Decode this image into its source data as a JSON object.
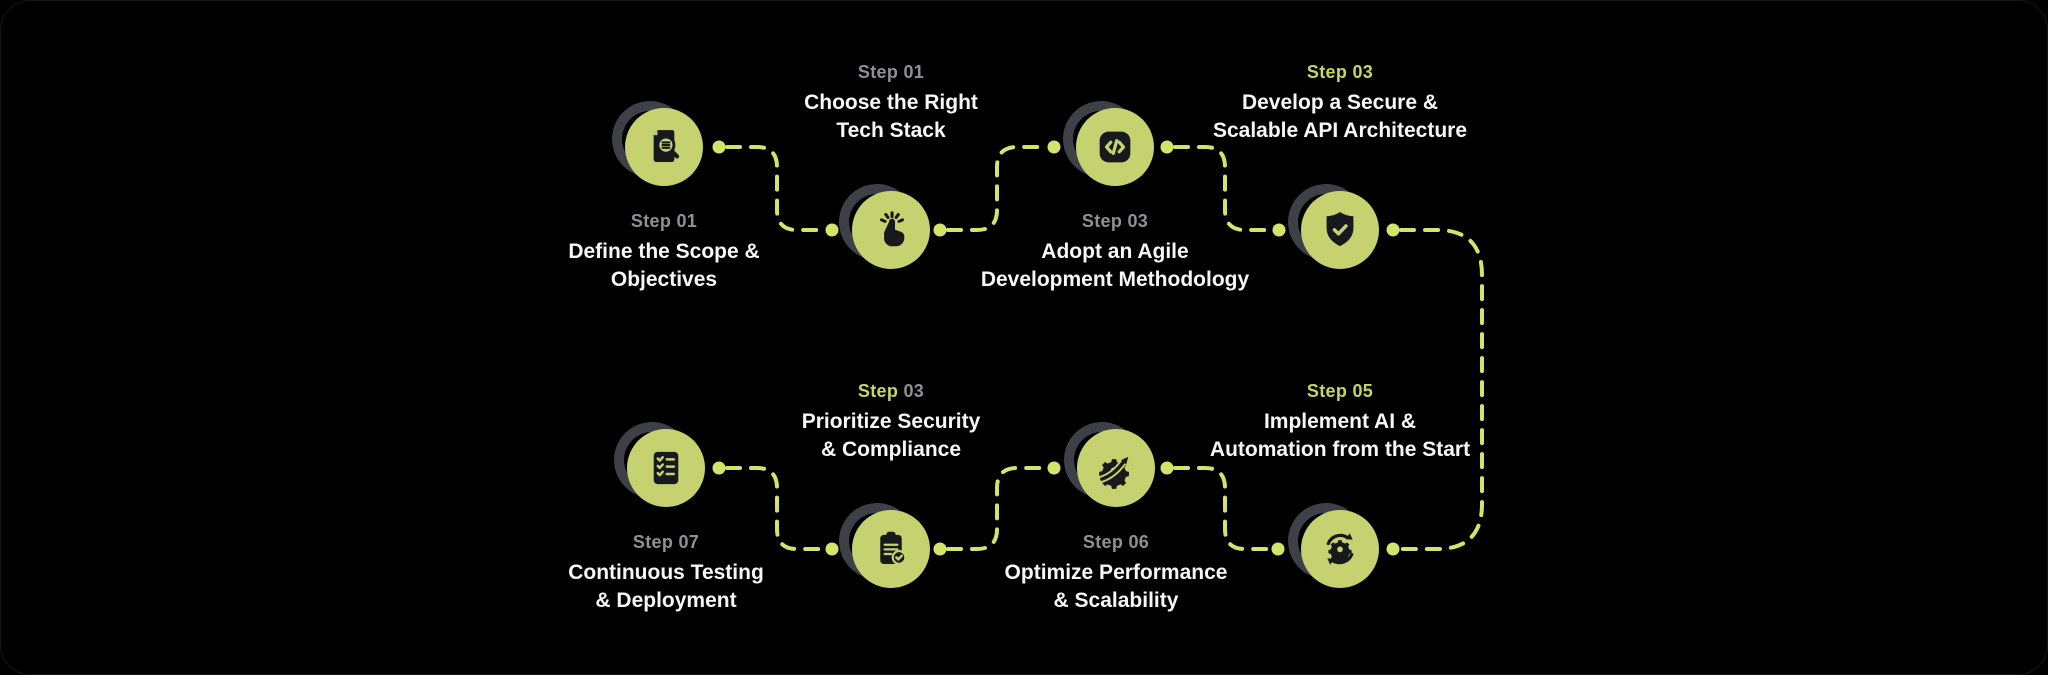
{
  "theme": {
    "bg": "#000000",
    "frame": "#161616",
    "lime": "#c5d26f",
    "dash": "#d6e36b",
    "ring": "#3d4147",
    "icon": "#17191d",
    "step-gray": "#8e9093",
    "step-lime": "#c8d55e",
    "title": "#f6f7f7"
  },
  "diagram": {
    "kind": "process-flow-infographic",
    "rows": 2,
    "flow": "left-to-right on top row, long dashed drop on right side, right-to-left on bottom row"
  },
  "steps": [
    {
      "step_word": "Step",
      "step_num": "01",
      "title": "Define the Scope & Objectives",
      "title_lines": [
        "Define the Scope &",
        "Objectives"
      ],
      "icon": "document-search-icon",
      "step_color": "gray",
      "position": "top-row-up"
    },
    {
      "step_word": "Step",
      "step_num": "01",
      "title": "Choose the Right Tech Stack",
      "title_lines": [
        "Choose the Right",
        "Tech Stack"
      ],
      "icon": "tap-click-icon",
      "step_color": "gray",
      "position": "top-row-down"
    },
    {
      "step_word": "Step",
      "step_num": "03",
      "title": "Adopt an Agile Development Methodology",
      "title_lines": [
        "Adopt an Agile",
        "Development Methodology"
      ],
      "icon": "code-icon",
      "step_color": "gray",
      "position": "top-row-up"
    },
    {
      "step_word": "Step",
      "step_num": "03",
      "title": "Develop a Secure & Scalable API Architecture",
      "title_lines": [
        "Develop a Secure &",
        "Scalable API Architecture"
      ],
      "icon": "shield-check-icon",
      "step_color": "lime",
      "position": "top-row-down"
    },
    {
      "step_word": "Step",
      "step_num": "07",
      "title": "Continuous Testing & Deployment",
      "title_lines": [
        "Continuous Testing",
        "& Deployment"
      ],
      "icon": "checklist-icon",
      "step_color": "gray",
      "position": "bottom-row-up"
    },
    {
      "step_word": "Step",
      "step_num": "03",
      "title": "Prioritize Security & Compliance",
      "title_lines": [
        "Prioritize Security",
        "& Compliance"
      ],
      "icon": "clipboard-check-icon",
      "step_color": "lime-word-only",
      "position": "bottom-row-down"
    },
    {
      "step_word": "Step",
      "step_num": "06",
      "title": "Optimize Performance & Scalability",
      "title_lines": [
        "Optimize Performance",
        "& Scalability"
      ],
      "icon": "gear-growth-icon",
      "step_color": "gray",
      "position": "bottom-row-up"
    },
    {
      "step_word": "Step",
      "step_num": "05",
      "title": "Implement AI & Automation from the Start",
      "title_lines": [
        "Implement AI &",
        "Automation from the Start"
      ],
      "icon": "sync-gear-icon",
      "step_color": "lime",
      "position": "bottom-row-down"
    }
  ]
}
